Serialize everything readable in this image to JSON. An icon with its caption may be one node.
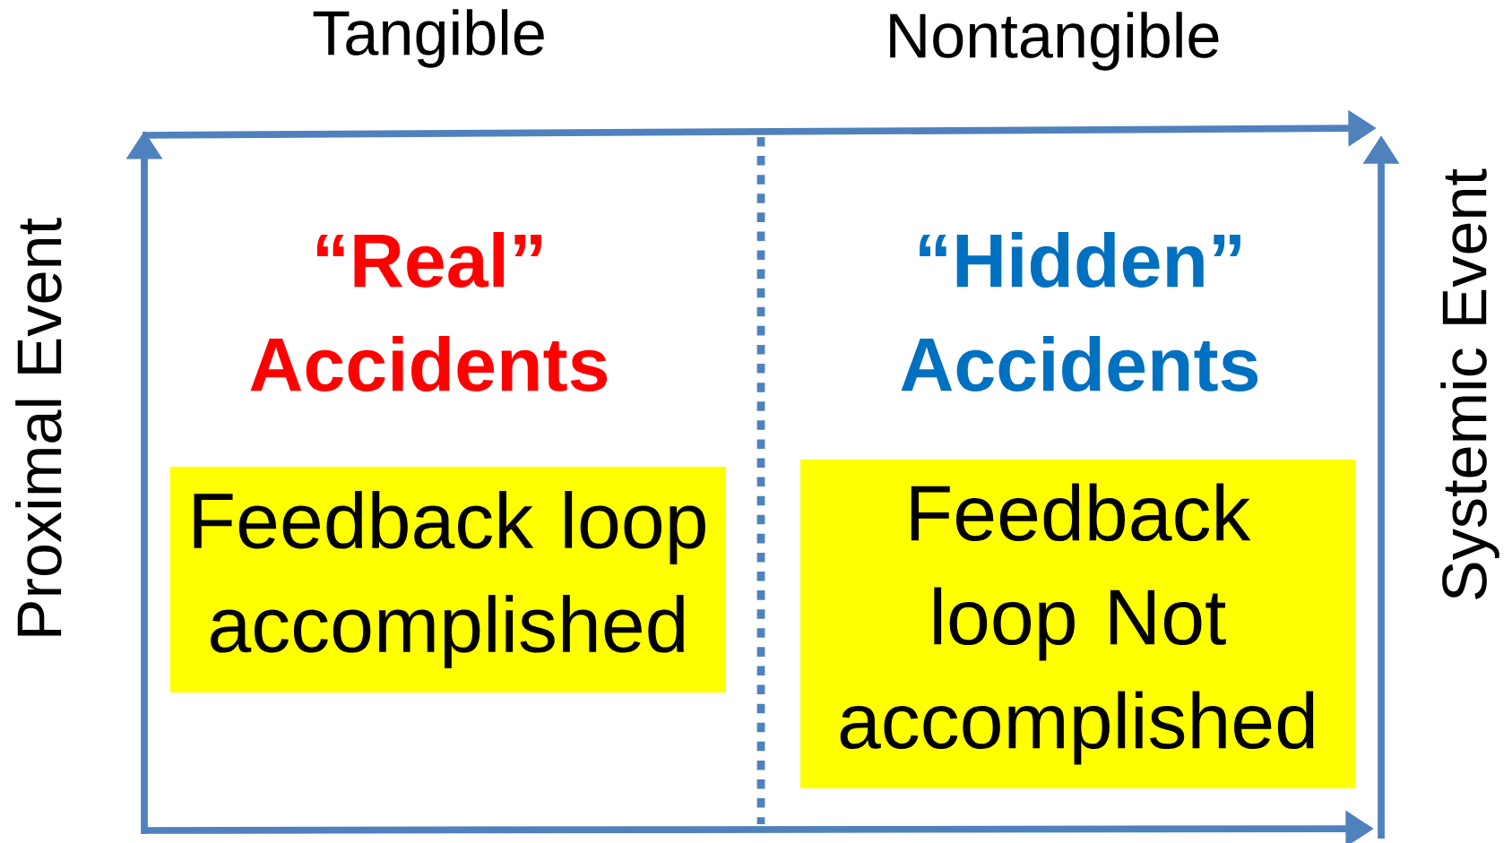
{
  "diagram": {
    "nodes": [
      {
        "text": [
          "Feedback loop accomplished"
        ]
      },
      {
        "text": [
          "Feedback loop Not accomplished"
        ]
      }
    ],
    "edges": [],
    "labels": [
      "Tangible",
      "Nontangible",
      "Proximal Event",
      "Systemic Event",
      "“Real” Accidents",
      "“Hidden” Accidents"
    ]
  }
}
